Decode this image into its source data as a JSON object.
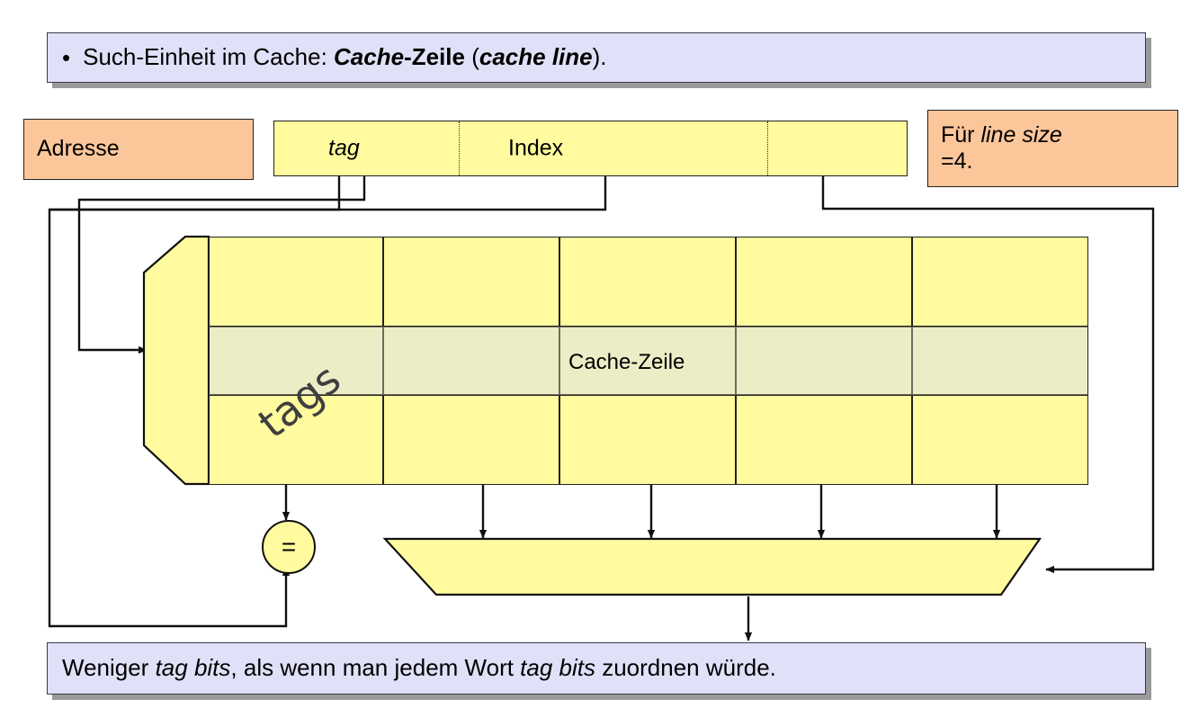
{
  "slide": {
    "header": {
      "bullet_glyph": "•",
      "parts": [
        {
          "text": "Such-Einheit im Cache: ",
          "style": "normal"
        },
        {
          "text": "Cache",
          "style": "bold-italic"
        },
        {
          "text": "-Zeile",
          "style": "bold"
        },
        {
          "text": " (",
          "style": "normal"
        },
        {
          "text": "cache line",
          "style": "bold-italic"
        },
        {
          "text": ").",
          "style": "normal"
        }
      ],
      "plain": "Such-Einheit im Cache: Cache-Zeile (cache line)."
    },
    "footer": {
      "parts": [
        {
          "text": "Weniger ",
          "style": "normal"
        },
        {
          "text": "tag bits",
          "style": "italic"
        },
        {
          "text": ", als wenn man jedem Wort ",
          "style": "normal"
        },
        {
          "text": "tag bits",
          "style": "italic"
        },
        {
          "text": " zuordnen würde.",
          "style": "normal"
        }
      ],
      "plain": "Weniger tag bits, als wenn man jedem Wort tag bits zuordnen würde."
    },
    "address_box": {
      "label": "Adresse"
    },
    "note_box": {
      "line1_prefix": "Für ",
      "line1_italic": "line size",
      "line2": "=4."
    },
    "address_bar": {
      "fields": [
        {
          "name": "tag",
          "label": "tag",
          "style": "italic"
        },
        {
          "name": "index",
          "label": "Index",
          "style": "normal"
        },
        {
          "name": "offset",
          "label": "",
          "style": "normal"
        }
      ]
    },
    "cache_array": {
      "tags_column_label": "tags",
      "rows": 3,
      "columns": 5,
      "highlighted_row_index": 1,
      "highlighted_row_label": "Cache-Zeile"
    },
    "comparator": {
      "symbol": "="
    },
    "multiplexer": {
      "label": ""
    },
    "colors": {
      "banner_fill": "#E0E0F8",
      "banner_shadow": "#9A9A9A",
      "peach_fill": "#FBC69A",
      "yellow_fill": "#FFFB9E",
      "highlight_fill": "#ECECC6",
      "line": "#111111",
      "tags_label": "#3F3F3F"
    }
  }
}
